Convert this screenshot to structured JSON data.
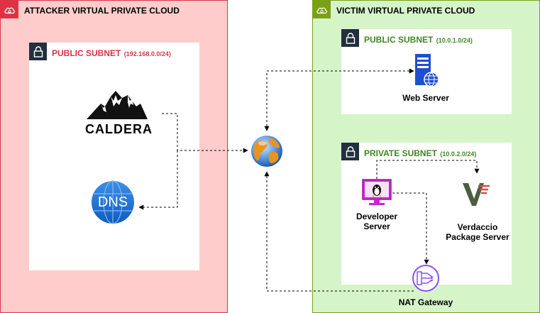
{
  "attacker_vpc": {
    "title": "ATTACKER VIRTUAL PRIVATE CLOUD",
    "subnet": {
      "name": "PUBLIC SUBNET",
      "cidr": "(192.168.0.0/24)"
    }
  },
  "victim_vpc": {
    "title": "VICTIM VIRTUAL PRIVATE CLOUD",
    "public_subnet": {
      "name": "PUBLIC SUBNET",
      "cidr": "(10.0.1.0/24)"
    },
    "private_subnet": {
      "name": "PRIVATE SUBNET",
      "cidr": "(10.0.2.0/24)"
    }
  },
  "nodes": {
    "caldera": "CALDERA",
    "dns": "DNS",
    "web_server": "Web Server",
    "developer_server": [
      "Developer",
      "Server"
    ],
    "verdaccio": [
      "Verdaccio",
      "Package Server"
    ],
    "nat_gateway": "NAT Gateway"
  },
  "colors": {
    "attacker_accent": "#dd3344",
    "attacker_fill": "#ffcccc",
    "victim_accent": "#7aa116",
    "victim_fill": "#d5f5c8",
    "subnet_green": "#3f8624",
    "aws_blue": "#1f4fd1",
    "nat_purple": "#8c4fff"
  }
}
